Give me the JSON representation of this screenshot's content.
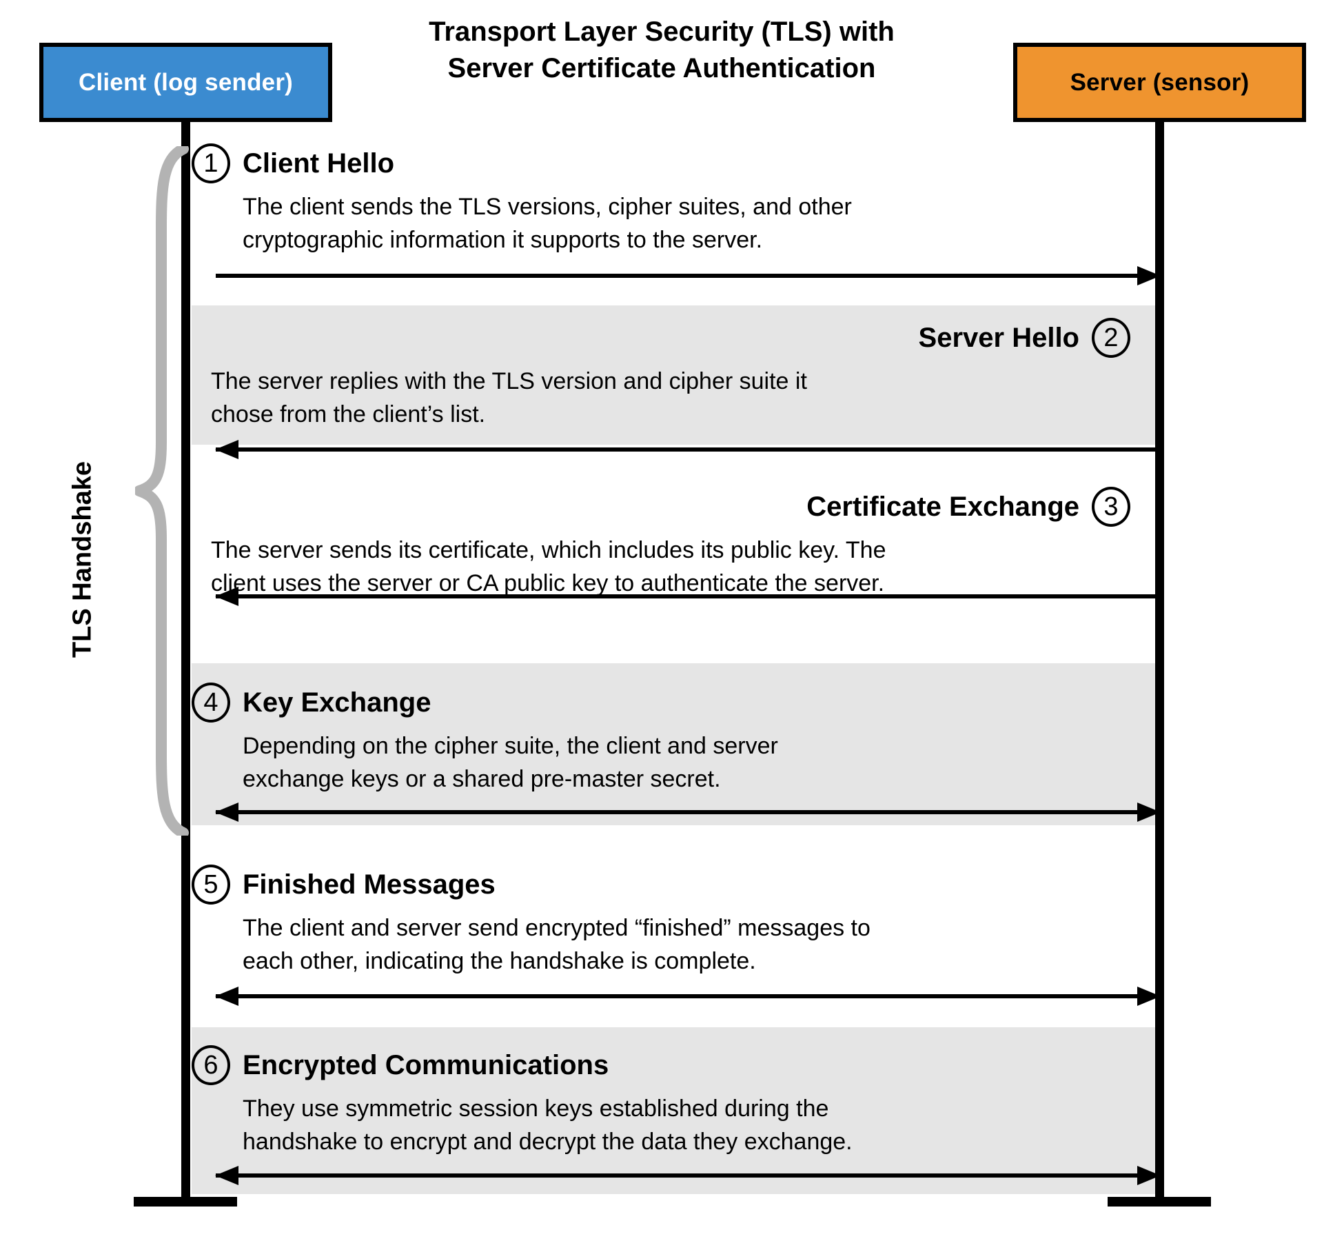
{
  "title": {
    "line1": "Transport Layer Security (TLS) with",
    "line2": "Server Certificate Authentication"
  },
  "actors": {
    "client": {
      "label": "Client (log sender)",
      "color": "#3b8bd0"
    },
    "server": {
      "label": "Server (sensor)",
      "color": "#ef942f"
    }
  },
  "bracket": {
    "label": "TLS Handshake",
    "color": "#b3b3b3"
  },
  "band_shade_color": "#e5e5e5",
  "steps": [
    {
      "number": "1",
      "title": "Client Hello",
      "body_line1": "The client sends the TLS versions, cipher suites, and other",
      "body_line2": "cryptographic information it supports to the server.",
      "direction": "client-to-server",
      "align": "left",
      "shaded": "no"
    },
    {
      "number": "2",
      "title": "Server Hello",
      "body_line1": "The server replies with the TLS version and cipher suite it",
      "body_line2": "chose from the client’s list.",
      "direction": "server-to-client",
      "align": "right",
      "shaded": "yes"
    },
    {
      "number": "3",
      "title": "Certificate Exchange",
      "body_line1": "The server sends its certificate, which includes its public key. The",
      "body_line2": "client uses the server or CA public key to authenticate the server.",
      "direction": "server-to-client",
      "align": "right",
      "shaded": "no"
    },
    {
      "number": "4",
      "title": "Key Exchange",
      "body_line1": "Depending on the cipher suite, the client and server",
      "body_line2": "exchange keys or a shared pre-master secret.",
      "direction": "bidirectional",
      "align": "left",
      "shaded": "yes"
    },
    {
      "number": "5",
      "title": "Finished Messages",
      "body_line1": "The client and server send encrypted “finished” messages to",
      "body_line2": "each other, indicating the handshake is complete.",
      "direction": "bidirectional",
      "align": "left",
      "shaded": "no"
    },
    {
      "number": "6",
      "title": "Encrypted Communications",
      "body_line1": "They use symmetric session keys established during the",
      "body_line2": "handshake to encrypt and decrypt the data they exchange.",
      "direction": "bidirectional",
      "align": "left",
      "shaded": "yes"
    }
  ]
}
